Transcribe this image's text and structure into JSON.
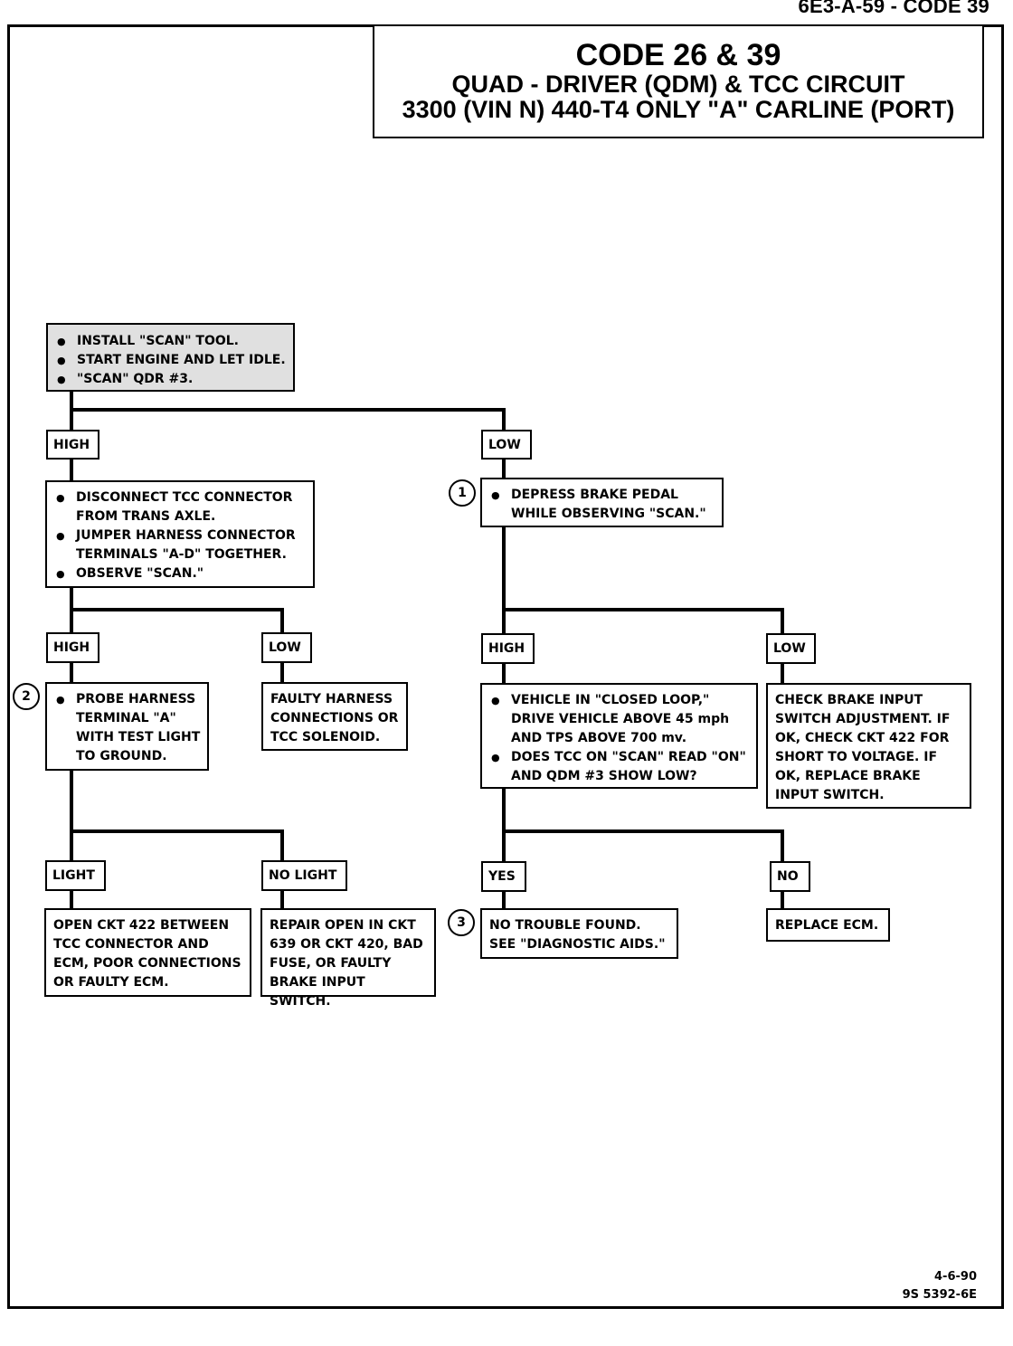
{
  "page_id": "6E3-A-59 - CODE 39",
  "title": {
    "line1": "CODE 26 & 39",
    "line2": "QUAD - DRIVER (QDM) & TCC CIRCUIT",
    "line3": "3300 (VIN N) 440-T4 ONLY \"A\" CARLINE (PORT)"
  },
  "start": {
    "items": [
      "INSTALL \"SCAN\" TOOL.",
      "START ENGINE AND LET IDLE.",
      "\"SCAN\" QDR #3."
    ]
  },
  "branch_labels": {
    "high_1": "HIGH",
    "low_1": "LOW",
    "high_2": "HIGH",
    "low_2": "LOW",
    "high_3": "HIGH",
    "low_3": "LOW",
    "light": "LIGHT",
    "no_light": "NO LIGHT",
    "yes": "YES",
    "no": "NO"
  },
  "steps": {
    "disconnect_items": [
      "DISCONNECT TCC CONNECTOR FROM TRANS AXLE.",
      "JUMPER HARNESS CONNECTOR TERMINALS \"A-D\" TOGETHER.",
      "OBSERVE \"SCAN.\""
    ],
    "depress_items": [
      "DEPRESS BRAKE PEDAL WHILE OBSERVING \"SCAN.\""
    ],
    "probe_items": [
      "PROBE HARNESS TERMINAL \"A\" WITH TEST LIGHT TO GROUND."
    ],
    "vehicle_items": [
      "VEHICLE IN \"CLOSED LOOP,\" DRIVE VEHICLE ABOVE 45 mph AND TPS ABOVE 700 mv.",
      "DOES TCC ON \"SCAN\" READ \"ON\" AND QDM #3 SHOW LOW?"
    ]
  },
  "results": {
    "faulty_harness": "FAULTY HARNESS CONNECTIONS OR TCC SOLENOID.",
    "check_brake": "CHECK BRAKE INPUT SWITCH ADJUSTMENT. IF OK, CHECK CKT 422 FOR SHORT TO VOLTAGE. IF OK, REPLACE BRAKE INPUT SWITCH.",
    "open_ckt": "OPEN CKT 422 BETWEEN TCC CONNECTOR AND ECM, POOR CONNECTIONS OR FAULTY ECM.",
    "repair_open": "REPAIR OPEN IN CKT 639 OR CKT 420, BAD FUSE, OR FAULTY BRAKE INPUT SWITCH.",
    "no_trouble": "NO TROUBLE FOUND. SEE \"DIAGNOSTIC AIDS.\"",
    "replace_ecm": "REPLACE ECM."
  },
  "notes": {
    "n1": "1",
    "n2": "2",
    "n3": "3"
  },
  "footer": {
    "date": "4-6-90",
    "code": "9S 5392-6E"
  }
}
